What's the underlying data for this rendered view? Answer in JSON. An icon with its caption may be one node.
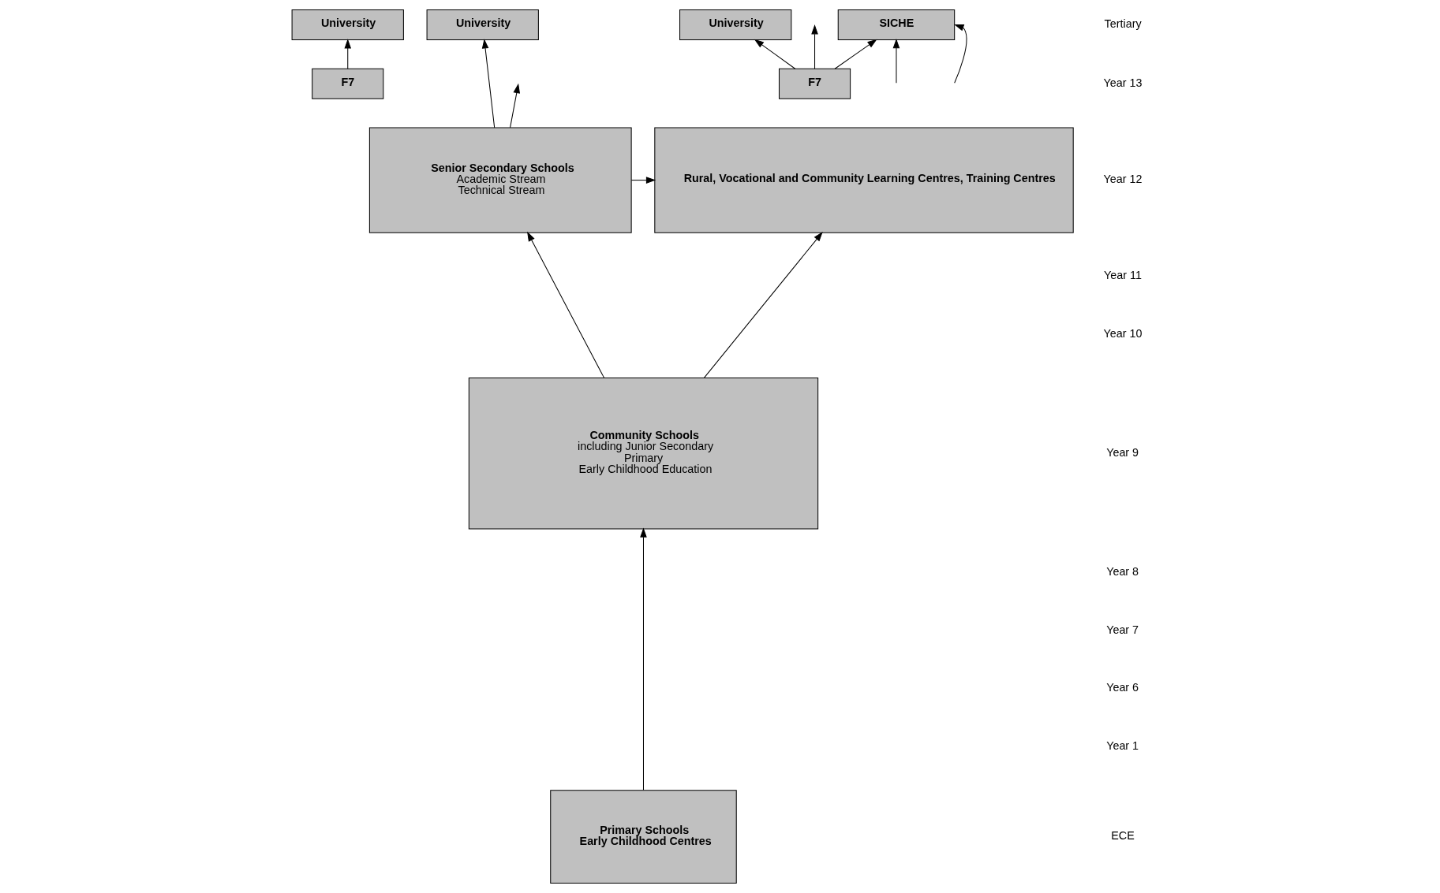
{
  "diagram": {
    "nodes": [
      {
        "text": [
          "University"
        ]
      },
      {
        "text": [
          "University"
        ]
      },
      {
        "text": [
          "University"
        ]
      },
      {
        "text": [
          "SICHE"
        ]
      },
      {
        "text": [
          "F7"
        ]
      },
      {
        "text": [
          "F7"
        ]
      },
      {
        "text": [
          "Senior Secondary Schools",
          "Academic Stream",
          "Technical Stream"
        ]
      },
      {
        "text": [
          "Rural, Vocational and Community Learning Centres, Training Centres"
        ]
      },
      {
        "text": [
          "Community Schools",
          "including Junior Secondary",
          "Primary",
          "Early Childhood Education"
        ]
      },
      {
        "text": [
          "Primary Schools",
          "Early Childhood Centres"
        ]
      }
    ],
    "edges": [
      {
        "from": 4,
        "to": 0,
        "arrow": "to"
      },
      {
        "from": 6,
        "to": 1,
        "arrow": "to"
      },
      {
        "from": 5,
        "to": 2,
        "arrow": "to"
      },
      {
        "from": 5,
        "to": null,
        "arrow": "to"
      },
      {
        "from": 5,
        "to": 3,
        "arrow": "to"
      },
      {
        "from": null,
        "to": 3,
        "arrow": "to"
      },
      {
        "from": 6,
        "to": null,
        "arrow": "to"
      },
      {
        "from": null,
        "to": 3,
        "arrow": "to"
      },
      {
        "from": 6,
        "to": 7,
        "arrow": "to"
      },
      {
        "from": 8,
        "to": 6,
        "arrow": "to"
      },
      {
        "from": 8,
        "to": 7,
        "arrow": "to"
      },
      {
        "from": 9,
        "to": 8,
        "arrow": "to"
      }
    ],
    "labels": [
      "Tertiary",
      "Year 13",
      "Year 12",
      "Year 11",
      "Year 10",
      "Year 9",
      "Year 8",
      "Year 7",
      "Year 6",
      "Year 1",
      "ECE"
    ]
  }
}
